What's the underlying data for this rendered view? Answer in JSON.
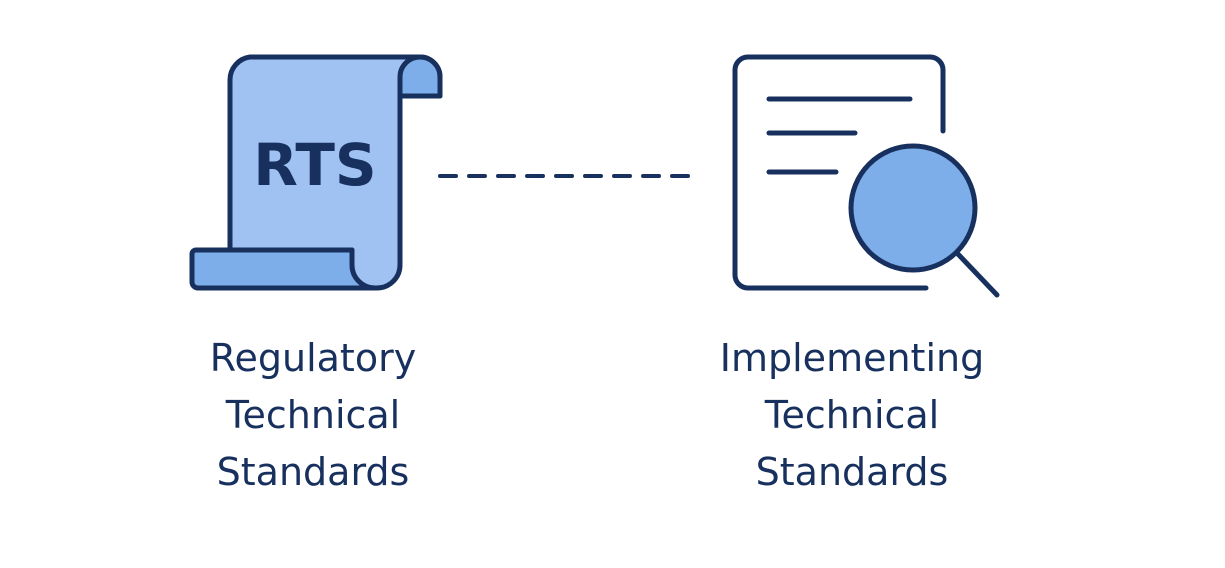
{
  "left": {
    "icon": "scroll-icon",
    "icon_text": "RTS",
    "label_lines": [
      "Regulatory",
      "Technical",
      "Standards"
    ]
  },
  "right": {
    "icon": "document-search-icon",
    "label_lines": [
      "Implementing",
      "Technical",
      "Standards"
    ]
  },
  "connector": "dashed-line",
  "colors": {
    "stroke": "#17305e",
    "fill_light": "#9fc2f3",
    "fill_mid": "#7eaeea"
  }
}
